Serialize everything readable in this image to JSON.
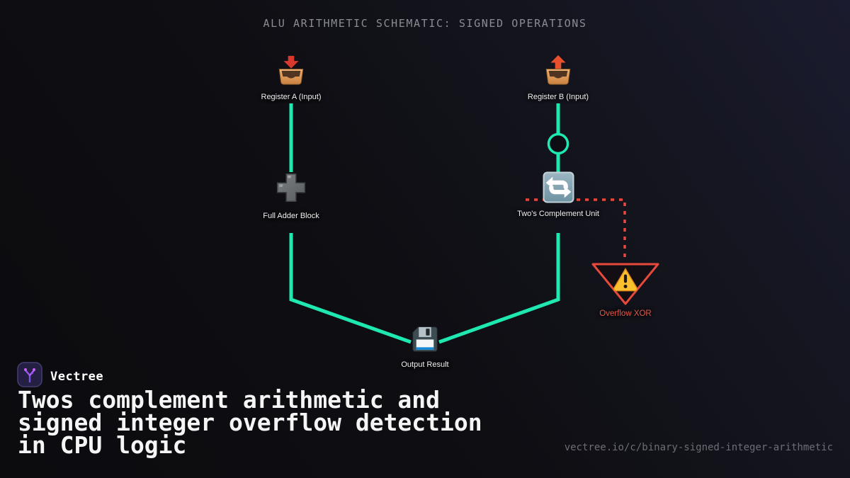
{
  "header": {
    "title": "ALU ARITHMETIC SCHEMATIC: SIGNED OPERATIONS"
  },
  "diagram": {
    "nodes": [
      {
        "id": "register-a",
        "label": "Register A (Input)",
        "icon": "inbox-tray-icon"
      },
      {
        "id": "register-b",
        "label": "Register B (Input)",
        "icon": "outbox-tray-icon"
      },
      {
        "id": "full-adder",
        "label": "Full Adder Block",
        "icon": "plus-icon"
      },
      {
        "id": "twos-complement",
        "label": "Two's Complement Unit",
        "icon": "repeat-arrows-icon"
      },
      {
        "id": "overflow-xor",
        "label": "Overflow XOR",
        "icon": "warning-triangle-icon"
      },
      {
        "id": "output-result",
        "label": "Output Result",
        "icon": "floppy-disk-icon"
      }
    ],
    "wires": {
      "signal_style": "solid teal",
      "overflow_style": "dotted red"
    }
  },
  "footer": {
    "brand": "Vectree",
    "headline_lines": [
      "Twos complement arithmetic and",
      "signed integer overflow detection",
      "in CPU logic"
    ],
    "url": "vectree.io/c/binary-signed-integer-arithmetic"
  },
  "colors": {
    "wire": "#1de9b0",
    "alert": "#e8493c",
    "alert_label": "#e25b4d",
    "background": "#0e0e13",
    "background_top": "#1a1b2e",
    "title_text": "#8b8b93",
    "url_text": "#6d6e75",
    "label_text": "#f1f1f1",
    "headline_text": "#f5f5f5"
  }
}
